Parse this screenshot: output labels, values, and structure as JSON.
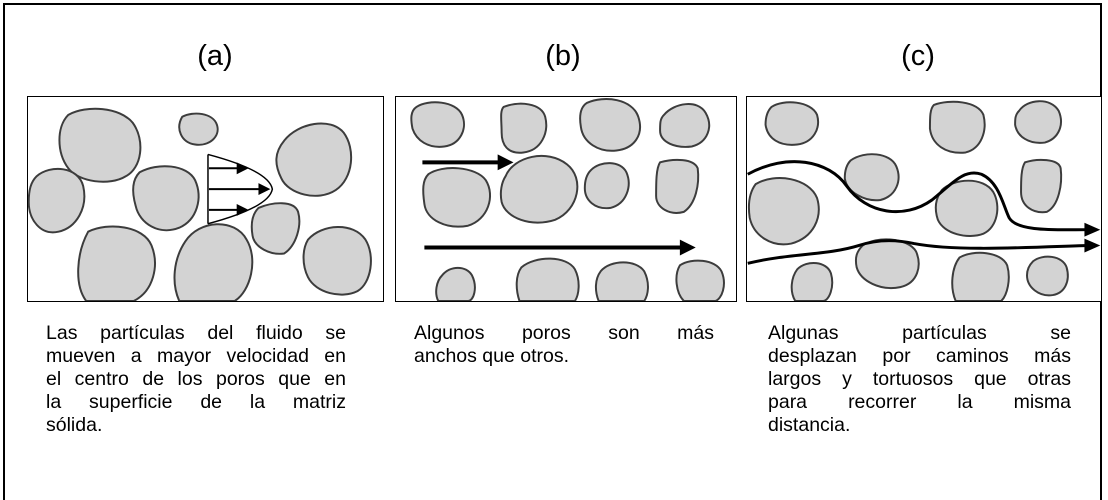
{
  "panels": [
    {
      "label": "(a)",
      "caption_lines": [
        "Las partículas del fluido se",
        "mueven a mayor velocidad en",
        "el centro de los poros que en",
        "la superficie de la matriz",
        "sólida."
      ]
    },
    {
      "label": "(b)",
      "caption_lines": [
        "Algunos poros son más",
        "anchos que otros."
      ]
    },
    {
      "label": "(c)",
      "caption_lines": [
        "Algunas partículas se",
        "desplazan por caminos más",
        "largos y tortuosos que otras",
        "para recorrer la misma",
        "distancia."
      ]
    }
  ],
  "colors": {
    "grain_fill": "#d3d3d3",
    "outline": "#3c3c3c",
    "arrow": "#000000"
  }
}
